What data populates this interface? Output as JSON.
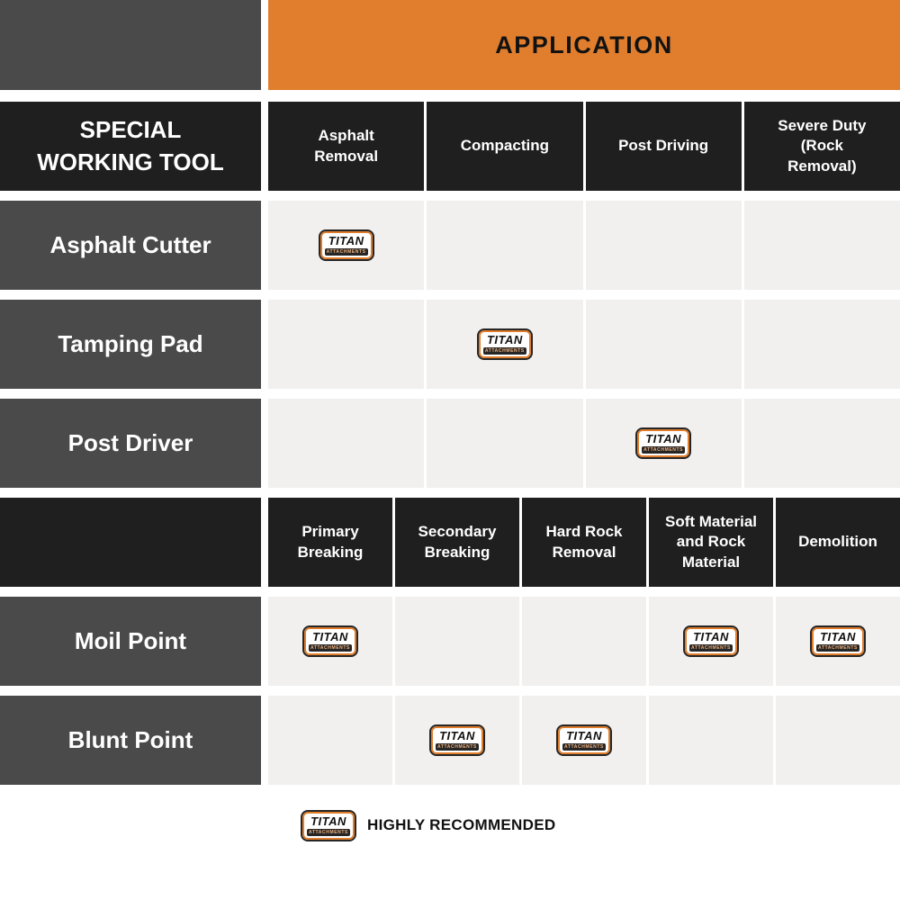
{
  "header": {
    "application_label": "APPLICATION"
  },
  "left_header": {
    "line1": "SPECIAL",
    "line2": "WORKING TOOL"
  },
  "logo": {
    "title": "TITAN",
    "subtitle": "ATTACHMENTS"
  },
  "section1": {
    "columns": [
      "Asphalt Removal",
      "Compacting",
      "Post Driving",
      "Severe Duty (Rock Removal)"
    ],
    "rows": [
      {
        "tool": "Asphalt Cutter",
        "marks": [
          true,
          false,
          false,
          false
        ]
      },
      {
        "tool": "Tamping Pad",
        "marks": [
          false,
          true,
          false,
          false
        ]
      },
      {
        "tool": "Post Driver",
        "marks": [
          false,
          false,
          true,
          false
        ]
      }
    ]
  },
  "section2": {
    "columns": [
      "Primary Breaking",
      "Secondary Breaking",
      "Hard Rock Removal",
      "Soft Material and Rock Material",
      "Demolition"
    ],
    "rows": [
      {
        "tool": "Moil Point",
        "marks": [
          true,
          false,
          false,
          true,
          true
        ]
      },
      {
        "tool": "Blunt Point",
        "marks": [
          false,
          true,
          true,
          false,
          false
        ]
      }
    ]
  },
  "legend": {
    "label": "HIGHLY RECOMMENDED"
  },
  "colors": {
    "orange": "#E07E2D",
    "dark": "#1F1F1F",
    "gray": "#4A4A4A",
    "cell": "#F1F0EE"
  }
}
